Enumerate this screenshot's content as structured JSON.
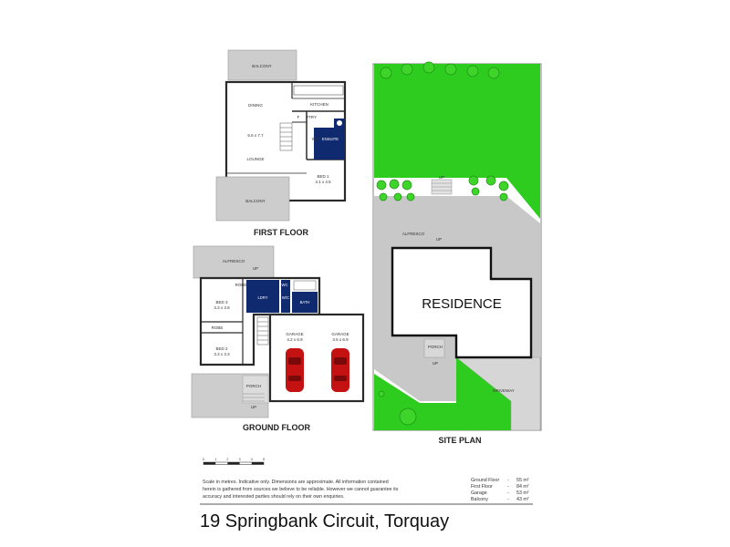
{
  "first_floor": {
    "caption": "FIRST FLOOR",
    "rooms": {
      "balcony_top": "BALCONY",
      "dining": "DINING",
      "kitchen": "KITCHEN",
      "living_dims": "5.6 x 7.7",
      "pantry": "PTRY",
      "fridge": "F",
      "wir": "WIR",
      "ensuite": "ENSUITE",
      "lounge": "LOUNGE",
      "bed1": "BED 1",
      "bed1_dims": "4.1 x 4.5",
      "balcony_bottom": "BALCONY"
    }
  },
  "ground_floor": {
    "caption": "GROUND FLOOR",
    "rooms": {
      "alfresco": "ALFRESCO",
      "up_alfresco": "UP",
      "robe1": "ROBE",
      "wc": "WC",
      "ldry": "LDRY",
      "wc2": "W/C",
      "bath": "BATH",
      "bed3": "BED 3",
      "bed3_dims": "3.3 x 3.8",
      "robe2": "ROBE",
      "bed2": "BED 2",
      "bed2_dims": "3.3 x 3.3",
      "up_stairs": "UP",
      "garage1": "GARAGE",
      "garage1_dims": "4.2 x 6.9",
      "garage2": "GARAGE",
      "garage2_dims": "3.5 x 6.9",
      "porch": "PORCH",
      "up_porch": "UP"
    }
  },
  "site_plan": {
    "caption": "SITE PLAN",
    "residence": "RESIDENCE",
    "alfresco": "ALFRESCO",
    "up_alfresco": "UP",
    "up_top": "UP",
    "porch": "PORCH",
    "up_porch": "UP",
    "driveway": "DRIVEWAY"
  },
  "scale_bar": {
    "ticks": [
      "0",
      "1",
      "2",
      "3",
      "4",
      "5"
    ]
  },
  "disclaimer": {
    "line1": "Scale in metres. Indicative only. Dimensions are approximate.   All information contained",
    "line2": "herein is gathered from sources we believe to be reliable. However we cannot guarantee its",
    "line3": "accuracy and interested parties should rely on their own enquiries."
  },
  "areas": [
    {
      "label": "Ground Floor",
      "value": "55 m²"
    },
    {
      "label": "First Floor",
      "value": "84 m²"
    },
    {
      "label": "Garage",
      "value": "53 m²"
    },
    {
      "label": "Balcony",
      "value": "43 m²"
    }
  ],
  "address": "19 Springbank Circuit, Torquay",
  "colors": {
    "wet_area": "#0f2a6e",
    "outdoor": "#cdcdcd",
    "lawn": "#2ecc1f",
    "tree": "#3ed42a",
    "paving": "#c8c8c8",
    "car": "#c41212",
    "wall": "#2a2a2a"
  }
}
